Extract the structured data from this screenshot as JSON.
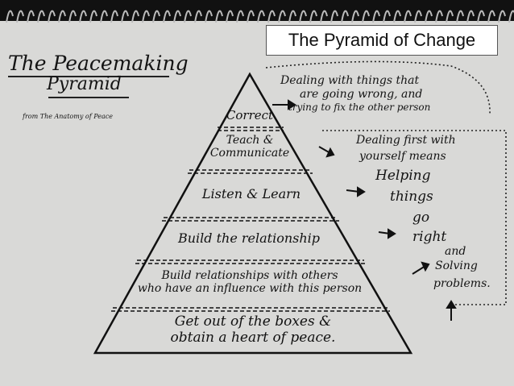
{
  "banner": "The Pyramid of Change",
  "title_line1": "The Peacemaking",
  "title_line2": "Pyramid",
  "source": "from The Anatomy of Peace",
  "levels": [
    {
      "id": "correct",
      "lines": [
        "Correct"
      ]
    },
    {
      "id": "teach",
      "lines": [
        "Teach &",
        "Communicate"
      ]
    },
    {
      "id": "listen",
      "lines": [
        "Listen & Learn"
      ]
    },
    {
      "id": "build-rel",
      "lines": [
        "Build the relationship"
      ]
    },
    {
      "id": "build-others",
      "lines": [
        "Build relationships with others",
        "who have an influence with this person"
      ]
    },
    {
      "id": "boxes",
      "lines": [
        "Get out of the boxes &",
        "obtain a heart of peace."
      ]
    }
  ],
  "top_note": [
    "Dealing with things that",
    "are going wrong, and",
    "trying to fix the other person"
  ],
  "side_note": {
    "line1": "Dealing first with",
    "line2": "yourself means",
    "line3": "Helping",
    "line4": "things",
    "line5": "go",
    "line6": "right",
    "line7": "and",
    "line8": "Solving",
    "line9": "problems."
  }
}
